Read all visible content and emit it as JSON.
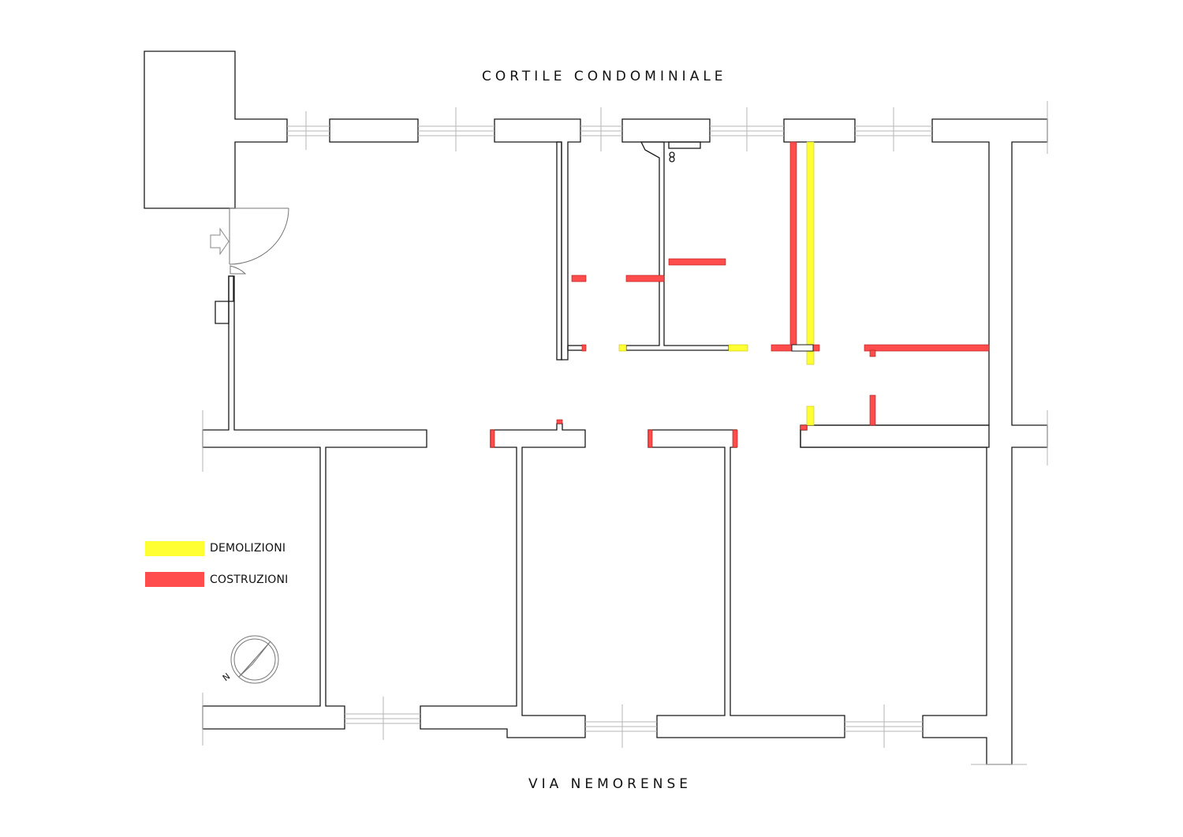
{
  "plan": {
    "north_label": "CORTILE CONDOMINIALE",
    "south_label": "VIA NEMORENSE",
    "compass_label": "N"
  },
  "legend": {
    "items": [
      {
        "label": "DEMOLIZIONI",
        "color": "#ffff33"
      },
      {
        "label": "COSTRUZIONI",
        "color": "#ff4d4d"
      }
    ]
  },
  "colors": {
    "demolition": "#ffff33",
    "construction": "#ff4d4d",
    "wall_stroke": "#1a1a1a",
    "window_line": "#b5b5b5"
  }
}
